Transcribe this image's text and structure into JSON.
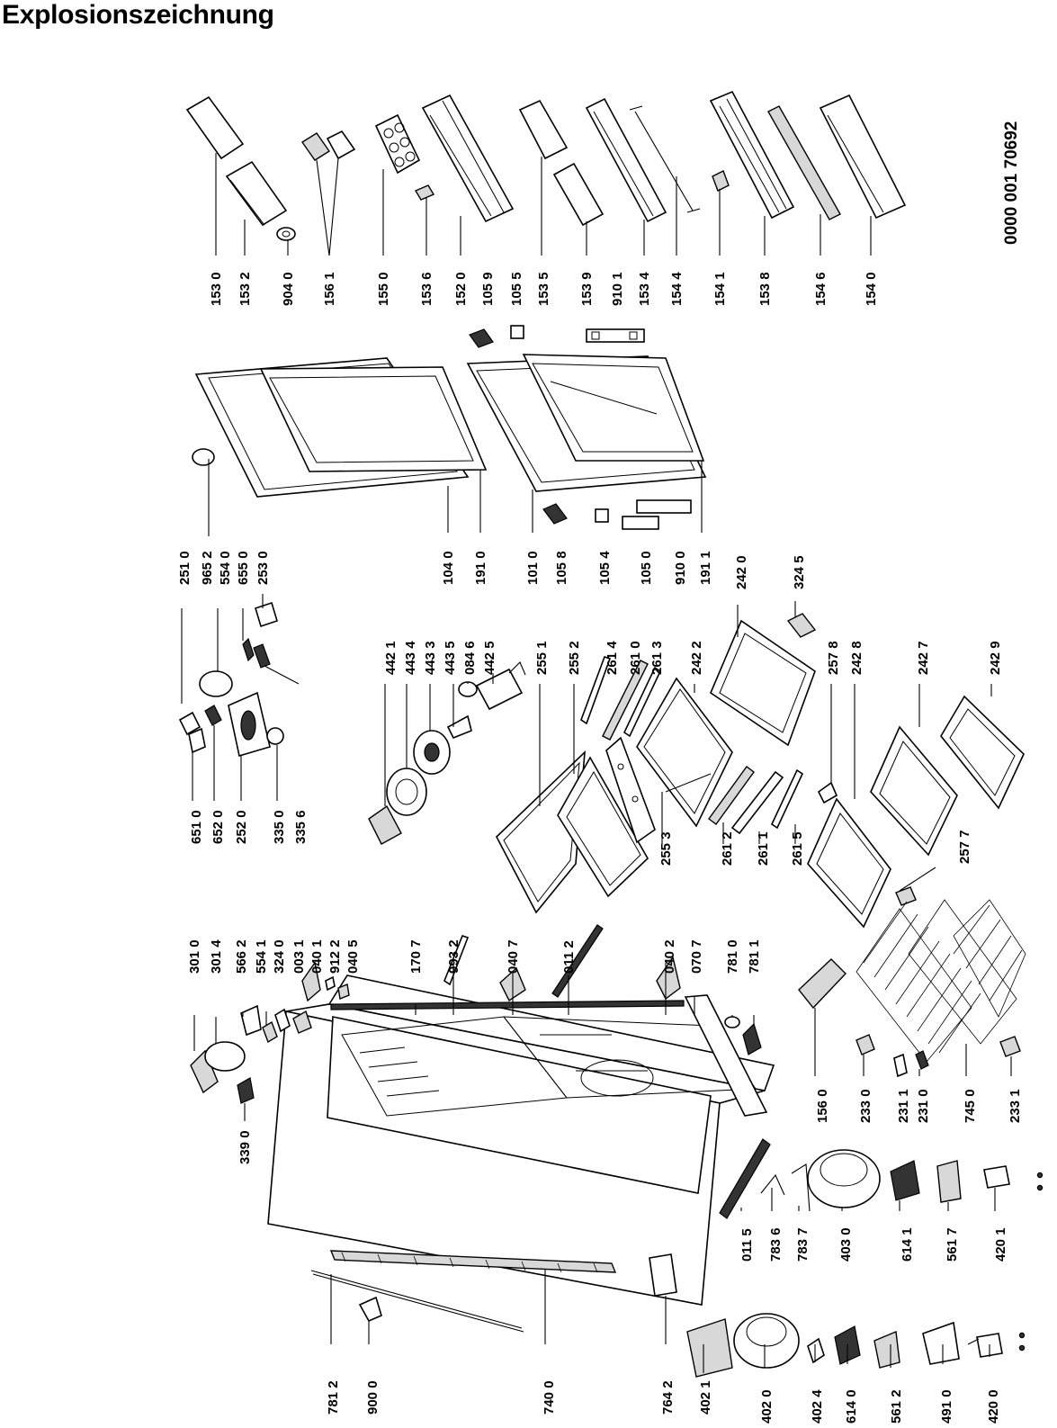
{
  "title": "Explosionszeichnung",
  "doc_number": "0000 001 70692",
  "labels": [
    "153 0",
    "153 2",
    "904 0",
    "156 1",
    "155 0",
    "153 6",
    "152 0",
    "105 9",
    "105 5",
    "153 5",
    "153 9",
    "910 1",
    "153 4",
    "154 4",
    "154 1",
    "153 8",
    "154 6",
    "154 0",
    "251 0",
    "965 2",
    "554 0",
    "655 0",
    "253 0",
    "104 0",
    "191 0",
    "101 0",
    "105 8",
    "105 4",
    "105 0",
    "910 0",
    "191 1",
    "242 0",
    "324 5",
    "442 1",
    "443 4",
    "443 3",
    "443 5",
    "084 6",
    "442 5",
    "255 1",
    "255 2",
    "261 4",
    "261 0",
    "261 3",
    "242 2",
    "257 8",
    "242 8",
    "242 7",
    "242 9",
    "651 0",
    "652 0",
    "252 0",
    "335 0",
    "335 6",
    "255 3",
    "261 2",
    "261 1",
    "261 5",
    "257 7",
    "301 0",
    "301 4",
    "566 2",
    "554 1",
    "324 0",
    "003 1",
    "040 1",
    "912 2",
    "040 5",
    "170 7",
    "993 2",
    "040 7",
    "011 2",
    "040 2",
    "070 7",
    "781 0",
    "781 1",
    "156 0",
    "233 0",
    "231 1",
    "231 0",
    "745 0",
    "233 1",
    "339 0",
    "011 5",
    "783 6",
    "783 7",
    "403 0",
    "614 1",
    "561 7",
    "420 1",
    "781 2",
    "900 0",
    "740 0",
    "764 2",
    "402 1",
    "402 0",
    "402 4",
    "614 0",
    "561 2",
    "491 0",
    "420 0"
  ]
}
